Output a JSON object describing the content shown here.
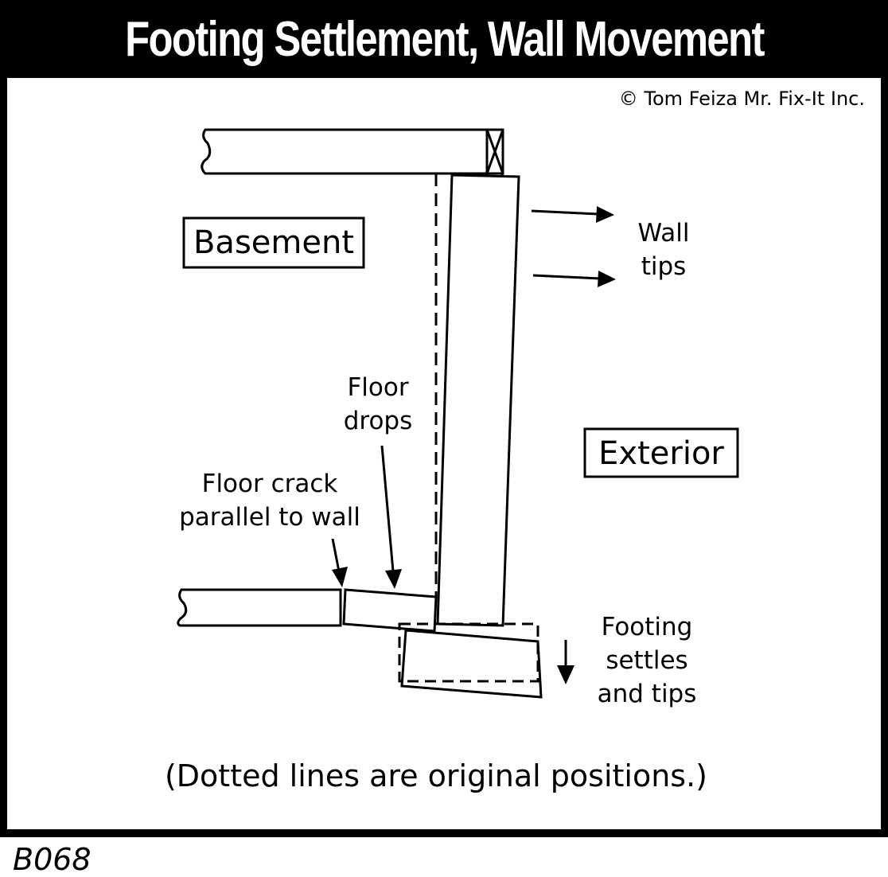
{
  "title": "Footing Settlement, Wall Movement",
  "copyright": "© Tom Feiza Mr. Fix-It Inc.",
  "labels": {
    "basement": "Basement",
    "exterior": "Exterior",
    "wall_tips": [
      "Wall",
      "tips"
    ],
    "floor_drops": [
      "Floor",
      "drops"
    ],
    "floor_crack": [
      "Floor crack",
      "parallel to wall"
    ],
    "footing": [
      "Footing",
      "settles",
      "and tips"
    ],
    "note": "(Dotted lines are original positions.)"
  },
  "code": "B068",
  "colors": {
    "frame": "#000000",
    "background": "#ffffff",
    "ink": "#000000"
  }
}
